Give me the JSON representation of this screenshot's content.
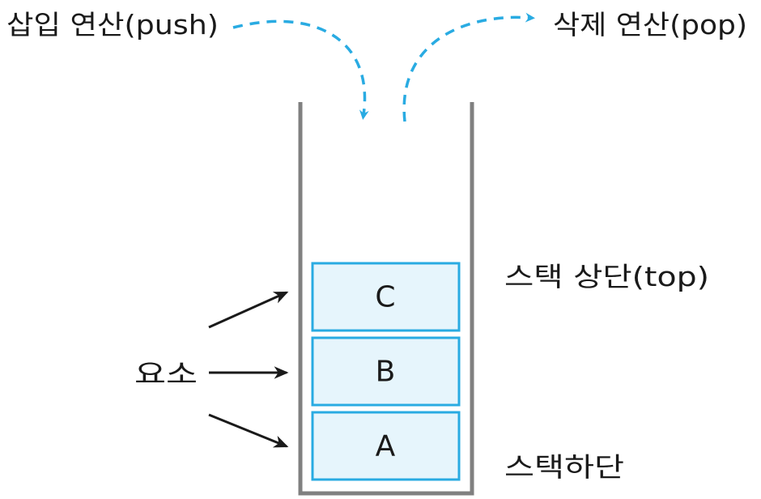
{
  "labels": {
    "push": "삽입 연산(push)",
    "pop": "삭제 연산(pop)",
    "top": "스택 상단(top)",
    "bottom": "스택하단",
    "element": "요소"
  },
  "stack": [
    {
      "label": "C"
    },
    {
      "label": "B"
    },
    {
      "label": "A"
    }
  ],
  "colors": {
    "background": "#ffffff",
    "stack_wall": "#808080",
    "cell_fill": "#e6f5fc",
    "cell_border": "#29abe2",
    "flow_arrow": "#29abe2",
    "pointer_arrow": "#1a1a1a",
    "text": "#1a1a1a"
  }
}
